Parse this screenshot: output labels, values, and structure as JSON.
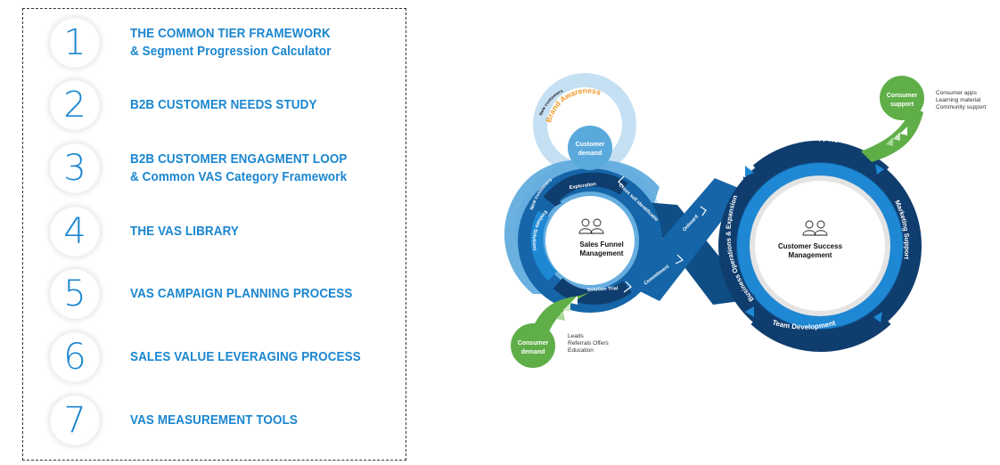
{
  "list": {
    "items": [
      {
        "number": "1",
        "lines": [
          "THE COMMON TIER FRAMEWORK",
          "& Segment Progression Calculator"
        ]
      },
      {
        "number": "2",
        "lines": [
          "B2B CUSTOMER NEEDS STUDY"
        ]
      },
      {
        "number": "3",
        "lines": [
          "B2B CUSTOMER ENGAGMENT LOOP",
          "& Common VAS Category Framework"
        ]
      },
      {
        "number": "4",
        "lines": [
          "THE VAS LIBRARY"
        ]
      },
      {
        "number": "5",
        "lines": [
          "VAS CAMPAIGN PLANNING PROCESS"
        ]
      },
      {
        "number": "6",
        "lines": [
          "SALES VALUE LEVERAGING PROCESS"
        ]
      },
      {
        "number": "7",
        "lines": [
          "VAS MEASUREMENT TOOLS"
        ]
      }
    ]
  },
  "diagram": {
    "colors": {
      "accent_blue": "#1a86d0",
      "dark_navy": "#0f3d6e",
      "mid_blue": "#1565a8",
      "bright_blue": "#1e88d4",
      "light_blue": "#c6e0f3",
      "sky_blue": "#5aa9dd",
      "green": "#5fae48",
      "orange": "#f39a2b",
      "grey_ring": "#e4e4e4"
    },
    "brand_awareness": {
      "label": "Brand Awareness",
      "sub_label": "New customers"
    },
    "customer_demand": {
      "line1": "Customer",
      "line2": "demand"
    },
    "left_loop": {
      "outer_label": "New customers",
      "center_line1": "Sales Funnel",
      "center_line2": "Management",
      "stages": [
        "Exploration",
        "Cross sell identification",
        "Evaluate Solutions",
        "Solution Trial",
        "Commitment",
        "Onboard"
      ]
    },
    "right_loop": {
      "center_line1": "Customer Success",
      "center_line2": "Management",
      "stages": [
        "First fit support",
        "Marketing Support",
        "Team Development",
        "Business Operations & Expansion"
      ]
    },
    "consumer_demand": {
      "line1": "Consumer",
      "line2": "demand",
      "notes": [
        "Leads",
        "Referrals Offers",
        "Education"
      ]
    },
    "consumer_support": {
      "line1": "Consumer",
      "line2": "support",
      "notes": [
        "Consumer apps",
        "Learning material",
        "Community support"
      ]
    },
    "icons": [
      "people-icon"
    ]
  }
}
